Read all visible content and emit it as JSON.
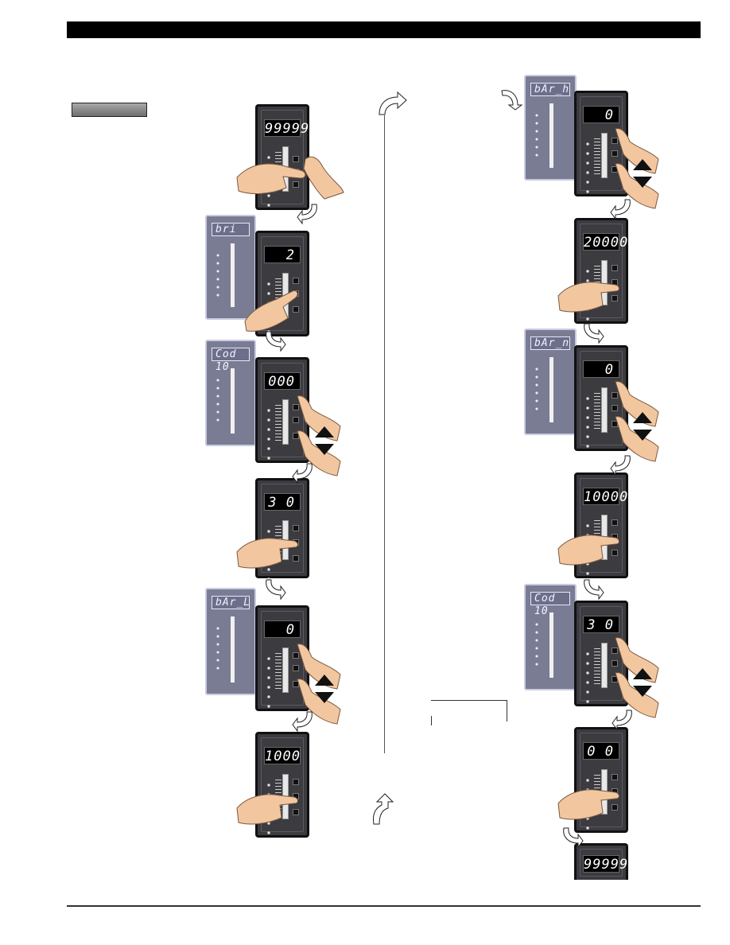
{
  "meter_displays": {
    "m1": "99999",
    "m2": "2",
    "m3": "000",
    "m4": "3 0",
    "m5": "0",
    "m6": "1000",
    "m7": "0",
    "m8": "20000",
    "m9": "0",
    "m10": "10000",
    "m11": "3 0",
    "m12": "0 0",
    "m13": "99999"
  },
  "panel_displays": {
    "p1": "bri",
    "p2": "Cod 10",
    "p3": "bAr_L",
    "p4": "bAr_h",
    "p5": "bAr_n",
    "p6": "Cod 10"
  },
  "colors": {
    "header": "#000000",
    "panel": "#7a7c94",
    "meter_body": "#3b3b40",
    "hand": "#f2c7a0"
  }
}
